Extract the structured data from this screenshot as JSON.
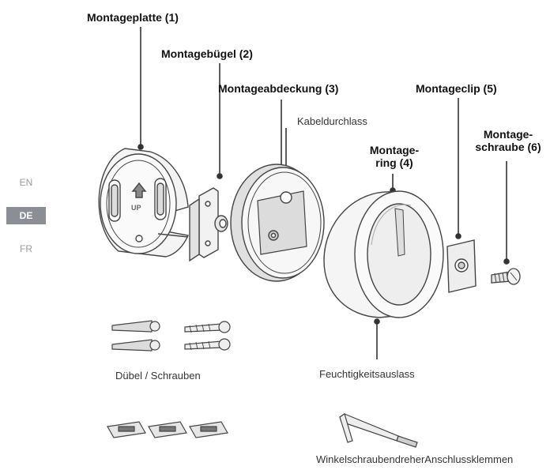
{
  "labels": {
    "montageplatte": "Montageplatte (1)",
    "montagebuegel": "Montagebügel (2)",
    "montageabdeckung": "Montageabdeckung (3)",
    "kabeldurchlass": "Kabeldurchlass",
    "montagering_line1": "Montage-",
    "montagering_line2": "ring (4)",
    "montageclip": "Montageclip (5)",
    "montageschraube_line1": "Montage-",
    "montageschraube_line2": "schraube (6)",
    "duebel": "Dübel / Schrauben",
    "feuchtigkeit": "Feuchtigkeitsauslass",
    "winkel": "WinkelschraubendreherAnschlussklemmen"
  },
  "plate_text": "UP",
  "languages": [
    {
      "code": "EN",
      "active": false
    },
    {
      "code": "DE",
      "active": true
    },
    {
      "code": "FR",
      "active": false
    }
  ],
  "colors": {
    "stroke": "#444444",
    "light": "#f4f4f4",
    "shade": "#d8d8d8",
    "active_tab": "#8b8f95"
  }
}
